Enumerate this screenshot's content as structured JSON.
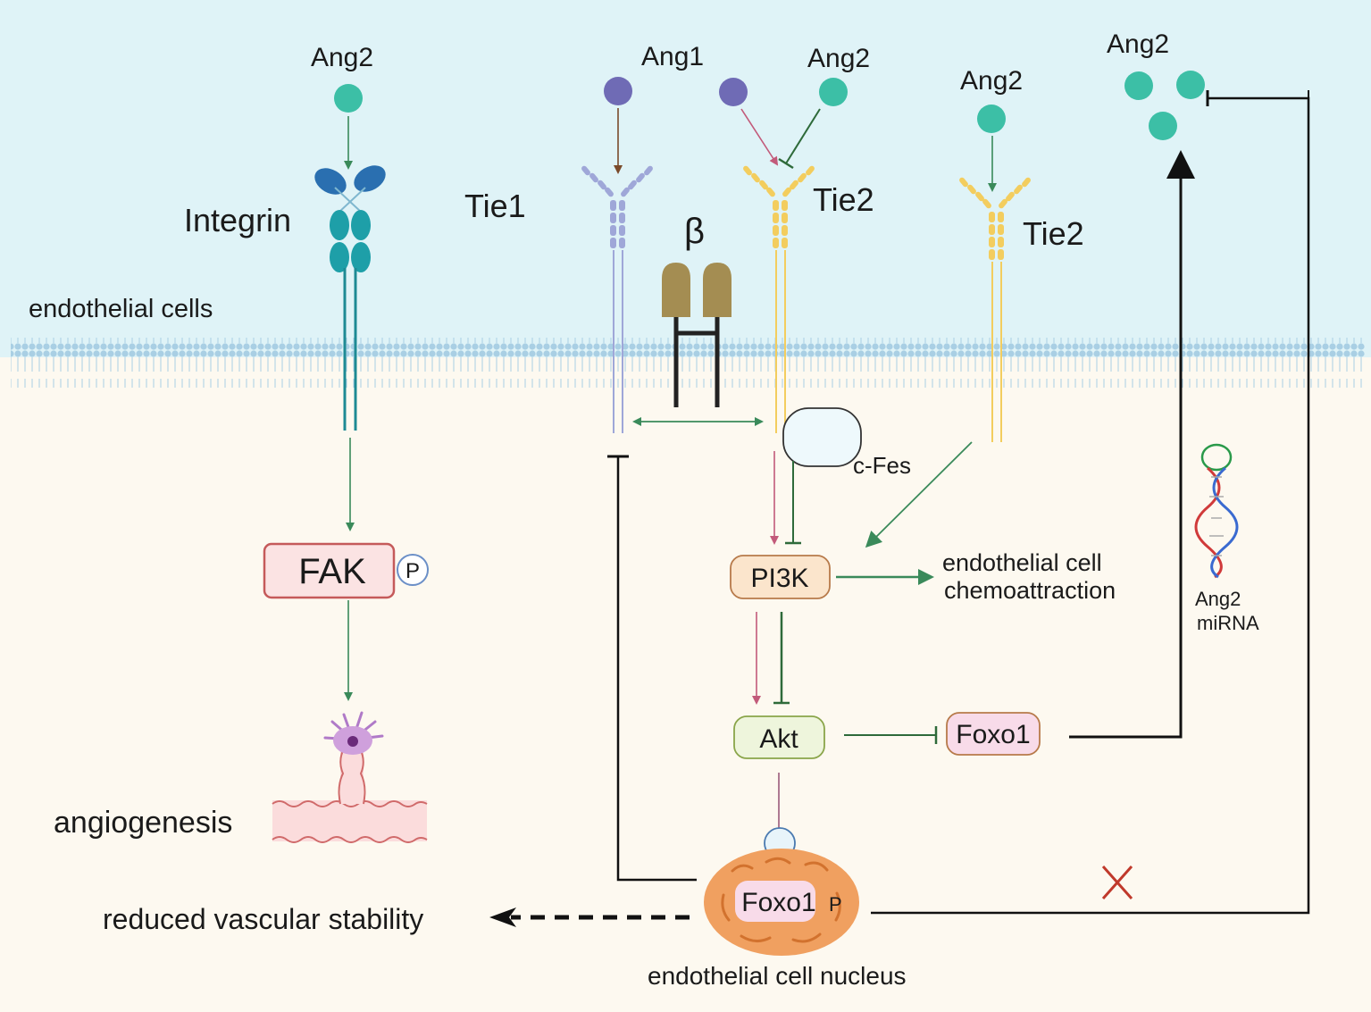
{
  "labels": {
    "ang2_integrin": "Ang2",
    "integrin": "Integrin",
    "endothelial_cells": "endothelial cells",
    "ang1": "Ang1",
    "ang2_tie2a": "Ang2",
    "ang2_tie2b": "Ang2",
    "ang2_released": "Ang2",
    "tie1": "Tie1",
    "tie2a": "Tie2",
    "tie2b": "Tie2",
    "beta": "β",
    "c_fes": "c-Fes",
    "fak": "FAK",
    "p_fak": "P",
    "angiogenesis": "angiogenesis",
    "pi3k": "PI3K",
    "chemoattraction_line1": "endothelial cell",
    "chemoattraction_line2": "chemoattraction",
    "akt": "Akt",
    "foxo1_cyto": "Foxo1",
    "foxo1_nuc": "Foxo1",
    "p_foxo1": "P",
    "mirna_line1": "Ang2",
    "mirna_line2": "miRNA",
    "reduced_stability": "reduced  vascular  stability",
    "nucleus": "endothelial cell nucleus"
  },
  "colors": {
    "extracellular": "#dff3f7",
    "cytoplasm": "#fdf9f0",
    "membrane": "#a9cfe4",
    "ang2": "#3cbfa6",
    "ang1": "#6f6bb5",
    "integrin_head": "#2a6fb0",
    "integrin_body": "#1e9fa8",
    "tie1": "#9fa7d8",
    "tie2": "#f3cd5e",
    "beta_receptor": "#a48d52",
    "fak_border": "#c55a5a",
    "fak_fill": "#fbe3e3",
    "pi3k_fill": "#fbe5cc",
    "akt_fill": "#eef5dc",
    "foxo1_fill": "#f8dbe9",
    "nucleus": "#f0a060",
    "activation_arrow": "#3a8a5a",
    "pink_arrow": "#c25a7a",
    "inhibition_mark": "#c0392b"
  }
}
